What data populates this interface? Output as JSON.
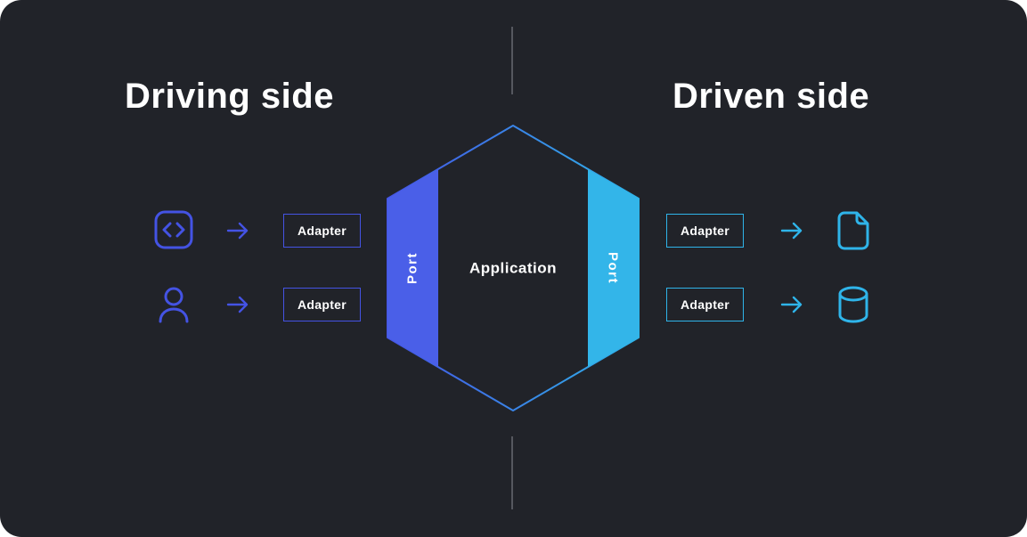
{
  "colors": {
    "background": "#212329",
    "page": "#ffffff",
    "driving_accent": "#4453e4",
    "driven_accent": "#2fb4e9",
    "port_left_fill": "#4a5fe8",
    "port_right_fill": "#33b5e9",
    "text": "#ffffff",
    "divider": "#56585f"
  },
  "titles": {
    "left": "Driving side",
    "right": "Driven side"
  },
  "hexagon": {
    "label": "Application",
    "left_port": "Port",
    "right_port": "Port"
  },
  "driving": {
    "rows": [
      {
        "icon": "code-icon",
        "adapter": "Adapter"
      },
      {
        "icon": "user-icon",
        "adapter": "Adapter"
      }
    ]
  },
  "driven": {
    "rows": [
      {
        "adapter": "Adapter",
        "icon": "document-icon"
      },
      {
        "adapter": "Adapter",
        "icon": "database-icon"
      }
    ]
  }
}
